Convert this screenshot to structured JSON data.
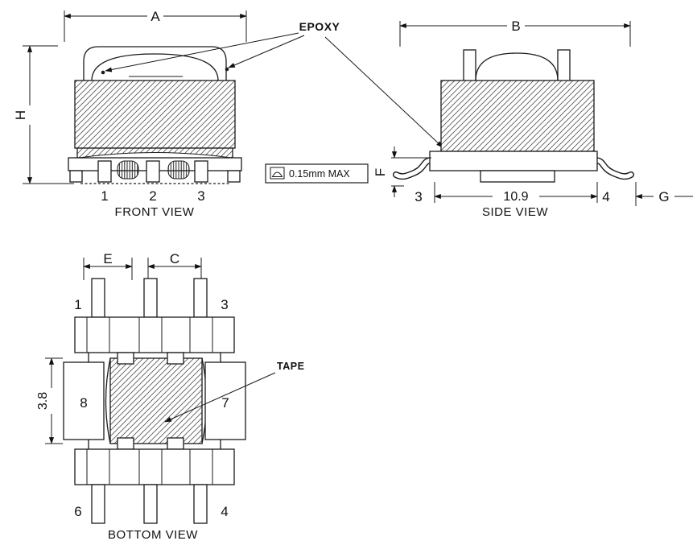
{
  "drawing": {
    "epoxy_label": "EPOXY",
    "flatness_note": "0.15mm MAX",
    "colors": {
      "line": "#1a1a1a",
      "background": "#ffffff",
      "hatch": "#555555"
    },
    "front": {
      "caption": "FRONT VIEW",
      "dim_width": "A",
      "dim_height": "H",
      "pins": [
        "1",
        "2",
        "3"
      ]
    },
    "side": {
      "caption": "SIDE VIEW",
      "dim_width": "B",
      "dim_standoff": "F",
      "dim_foot": "G",
      "dim_span": "10.9",
      "pin_left": "3",
      "pin_right": "4"
    },
    "bottom": {
      "caption": "BOTTOM VIEW",
      "dim_e": "E",
      "dim_c": "C",
      "dim_core_width": "3.8",
      "tape_label": "TAPE",
      "pin_top_left": "1",
      "pin_top_right": "3",
      "pin_bottom_left": "6",
      "pin_bottom_right": "4",
      "pad_left": "8",
      "pad_right": "7"
    }
  }
}
